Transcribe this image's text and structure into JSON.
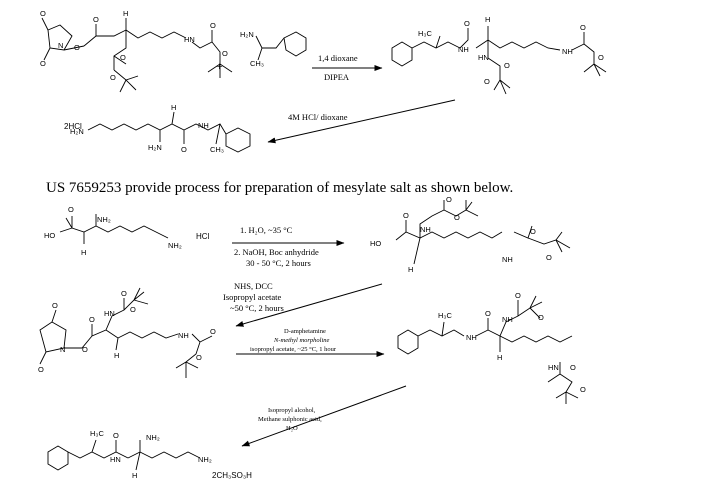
{
  "heading": "US 7659253 provide process for preparation of mesylate salt as shown below.",
  "scheme1": {
    "atoms_sm": [
      "O",
      "O",
      "N",
      "O",
      "H",
      "O",
      "O",
      "HN",
      "O",
      "O",
      "O"
    ],
    "plus": "+",
    "amine_atoms": [
      "H₂N",
      "CH₃"
    ],
    "arrow1_top": "1,4 dioxane",
    "arrow1_bottom": "DIPEA",
    "product_atoms": [
      "H₃C",
      "O",
      "H",
      "NH",
      "HN",
      "O",
      "O",
      "NH",
      "O",
      "O"
    ],
    "arrow2_label": "4M HCl/ dioxane",
    "salt": "2HCl",
    "final_atoms": [
      "H₂N",
      "H",
      "H₂N",
      "O",
      "NH",
      "CH₃"
    ]
  },
  "scheme2": {
    "lysine_atoms": [
      "O",
      "HO",
      "NH₂",
      "H",
      "NH₂"
    ],
    "lysine_salt": "HCl",
    "step1": [
      "1. H₂O, ~35 °C",
      "2. NaOH, Boc anhydride",
      "30 - 50 °C, 2 hours"
    ],
    "boclys_atoms": [
      "O",
      "HO",
      "NH",
      "O",
      "O",
      "H",
      "NH",
      "O",
      "O"
    ],
    "step2": [
      "NHS, DCC",
      "Isopropyl acetate",
      "~50 °C, 2 hours"
    ],
    "ester_atoms": [
      "O",
      "O",
      "N",
      "O",
      "O",
      "HN",
      "O",
      "O",
      "H",
      "NH",
      "O",
      "O"
    ],
    "step3": [
      "D-amphetamine",
      "N-methyl morpholine",
      "isopropyl acetate, ~25 °C, 1 hour"
    ],
    "amide_atoms": [
      "H₃C",
      "O",
      "NH",
      "O",
      "O",
      "NH",
      "H",
      "HN",
      "O",
      "O"
    ],
    "step4": [
      "Isopropyl alcohol,",
      "Methane sulphonic acid,",
      "H₂O"
    ],
    "final_atoms": [
      "H₃C",
      "O",
      "NH₂",
      "HN",
      "H",
      "NH₂"
    ],
    "final_salt": "2CH₃SO₃H"
  }
}
